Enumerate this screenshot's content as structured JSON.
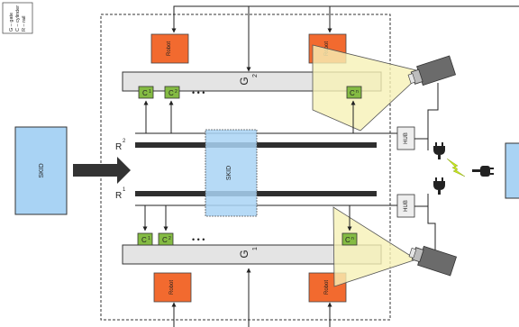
{
  "legend": {
    "lines": [
      "G – gate",
      "C – cylinder",
      "R – rail"
    ]
  },
  "skid_labels": {
    "external": "SKID",
    "on_rails": "SKID"
  },
  "robots": [
    {
      "label": "Robot"
    },
    {
      "label": "Robot"
    },
    {
      "label": "Robot"
    },
    {
      "label": "Robot"
    }
  ],
  "gates": [
    {
      "letter": "G",
      "index": "2"
    },
    {
      "letter": "G",
      "index": "1"
    }
  ],
  "rails": [
    {
      "letter": "R",
      "index": "2"
    },
    {
      "letter": "R",
      "index": "1"
    }
  ],
  "cylinders": {
    "letter": "C",
    "top": [
      "1",
      "2",
      "n"
    ],
    "bottom": [
      "1",
      "2",
      "n"
    ]
  },
  "ellipsis": "• • •",
  "hubs": [
    {
      "label": "HUB"
    },
    {
      "label": "HUB"
    }
  ],
  "colors": {
    "skid_fill": "#a9d3f4",
    "robot_fill": "#f26a2f",
    "gate_fill": "#e4e4e4",
    "cylinder_fill": "#84bb43",
    "camera_cone": "#f6f1b7",
    "lightning": "#c9e81d"
  },
  "icons": {
    "arrow": "thick-right-arrow",
    "camera": "camera-icon",
    "lightning": "lightning-icon",
    "plug": "plug-icon"
  }
}
